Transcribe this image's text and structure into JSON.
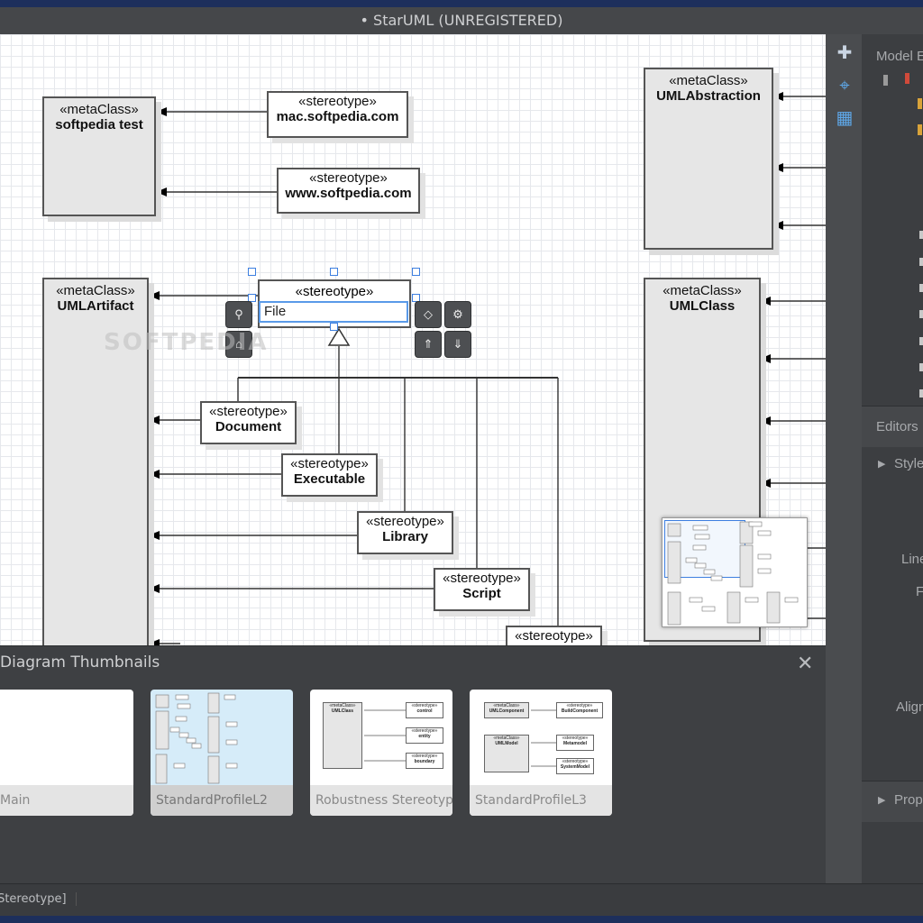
{
  "window": {
    "title": "• StarUML (UNREGISTERED)"
  },
  "watermark": "SOFTPEDIA",
  "diagram": {
    "meta_boxes": [
      {
        "stereotype": "«metaClass»",
        "name": "softpedia test"
      },
      {
        "stereotype": "«metaClass»",
        "name": "UMLArtifact"
      },
      {
        "stereotype": "«metaClass»",
        "name": "UMLAbstraction"
      },
      {
        "stereotype": "«metaClass»",
        "name": "UMLClass"
      }
    ],
    "stereotypes": [
      {
        "stereotype": "«stereotype»",
        "name": "mac.softpedia.com"
      },
      {
        "stereotype": "«stereotype»",
        "name": "www.softpedia.com"
      },
      {
        "stereotype": "«stereotype»",
        "name": "Document"
      },
      {
        "stereotype": "«stereotype»",
        "name": "Executable"
      },
      {
        "stereotype": "«stereotype»",
        "name": "Library"
      },
      {
        "stereotype": "«stereotype»",
        "name": "Script"
      },
      {
        "stereotype": "«stereotype»",
        "name": ""
      }
    ],
    "selected": {
      "stereotype": "«stereotype»",
      "edit_value": "File"
    }
  },
  "right_panel": {
    "model_explorer_title": "Model E",
    "editors_title": "Editors",
    "style_label": "Style",
    "line_label": "Line",
    "f_label": "F",
    "align_label": "Align",
    "properties_label": "Prop"
  },
  "thumbnails": {
    "title": "Diagram Thumbnails",
    "close_glyph": "✕",
    "items": [
      {
        "label": "Main",
        "selected": false
      },
      {
        "label": "StandardProfileL2",
        "selected": true
      },
      {
        "label": "Robustness Stereotypes",
        "selected": false
      },
      {
        "label": "StandardProfileL3",
        "selected": false
      }
    ],
    "robustness_preview": {
      "meta": "«metaClass»",
      "meta_name": "UMLClass",
      "stereo": "«stereotype»",
      "items": [
        "control",
        "entity",
        "boundary"
      ]
    },
    "l3_preview": {
      "meta": "«metaClass»",
      "items_meta": [
        "UMLComponent",
        "UMLModel"
      ],
      "stereo": "«stereotype»",
      "items_stereo": [
        "BuildComponent",
        "Metamodel",
        "SystemModel"
      ]
    }
  },
  "status": {
    "text": "[Stereotype]"
  },
  "icons": {
    "tool_extensions": "puzzle-icon",
    "tool_navigator": "crosshair-icon",
    "tool_thumbnails": "grid-layout-icon"
  }
}
